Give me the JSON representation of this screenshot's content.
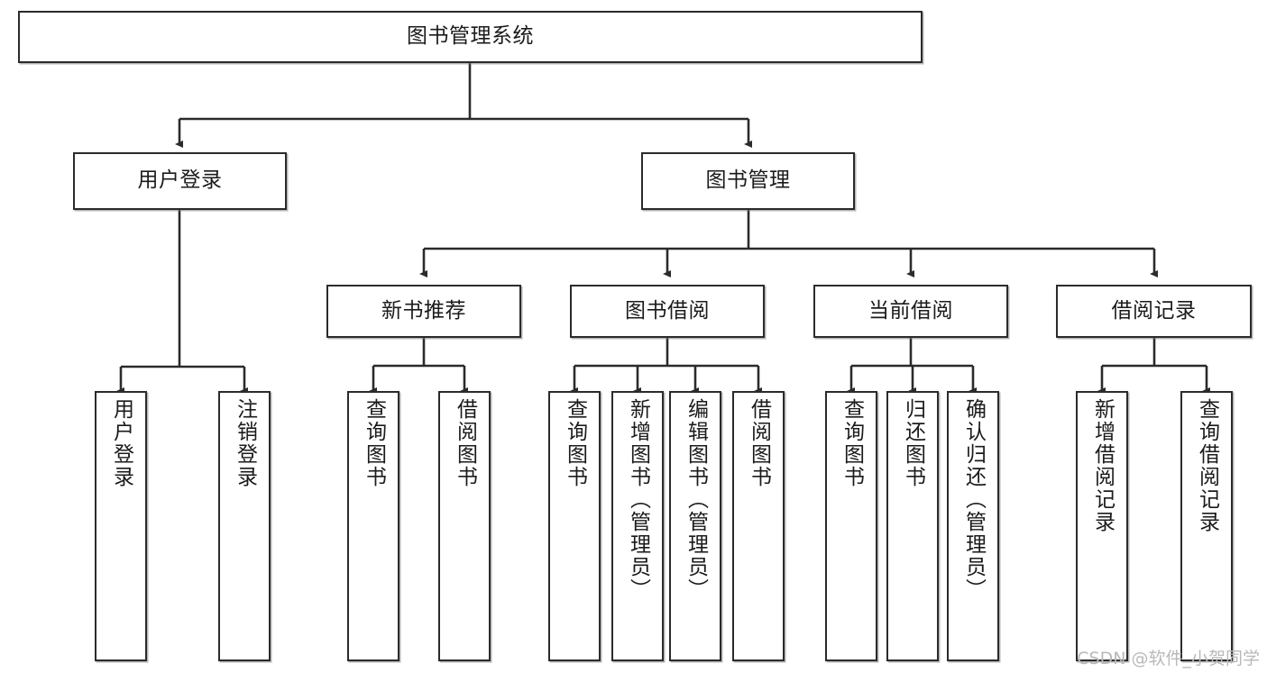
{
  "diagram": {
    "title": "图书管理系统",
    "type": "tree-hierarchy",
    "orientation": "top-down",
    "colors": {
      "box_border": "#2b2b2b",
      "box_fill": "#ffffff",
      "edge": "#2b2b2b",
      "text": "#1b1b1b",
      "watermark": "#b9b9b9"
    }
  },
  "nodes": {
    "root": {
      "label": "图书管理系统",
      "level": 1
    },
    "level2": [
      {
        "id": "user-login",
        "label": "用户登录"
      },
      {
        "id": "book-management",
        "label": "图书管理"
      }
    ],
    "level3": [
      {
        "id": "new-book-recommend",
        "label": "新书推荐"
      },
      {
        "id": "book-borrow",
        "label": "图书借阅"
      },
      {
        "id": "current-borrow",
        "label": "当前借阅"
      },
      {
        "id": "borrow-record",
        "label": "借阅记录"
      }
    ],
    "leaves": {
      "user-login": [
        {
          "id": "leaf-user-login",
          "label": "用户登录"
        },
        {
          "id": "leaf-logout-login",
          "label": "注销登录"
        }
      ],
      "new-book-recommend": [
        {
          "id": "leaf-query-book-1",
          "label": "查询图书"
        },
        {
          "id": "leaf-borrow-book-1",
          "label": "借阅图书"
        }
      ],
      "book-borrow": [
        {
          "id": "leaf-query-book-2",
          "label": "查询图书"
        },
        {
          "id": "leaf-add-book",
          "label": "新增图书（管理员）"
        },
        {
          "id": "leaf-edit-book",
          "label": "编辑图书（管理员）"
        },
        {
          "id": "leaf-borrow-book-2",
          "label": "借阅图书"
        }
      ],
      "current-borrow": [
        {
          "id": "leaf-query-book-3",
          "label": "查询图书"
        },
        {
          "id": "leaf-return-book",
          "label": "归还图书"
        },
        {
          "id": "leaf-confirm-return",
          "label": "确认归还（管理员）"
        }
      ],
      "borrow-record": [
        {
          "id": "leaf-add-record",
          "label": "新增借阅记录"
        },
        {
          "id": "leaf-query-record",
          "label": "查询借阅记录"
        }
      ]
    }
  },
  "watermark": {
    "text": "CSDN @软件_小贺同学"
  }
}
